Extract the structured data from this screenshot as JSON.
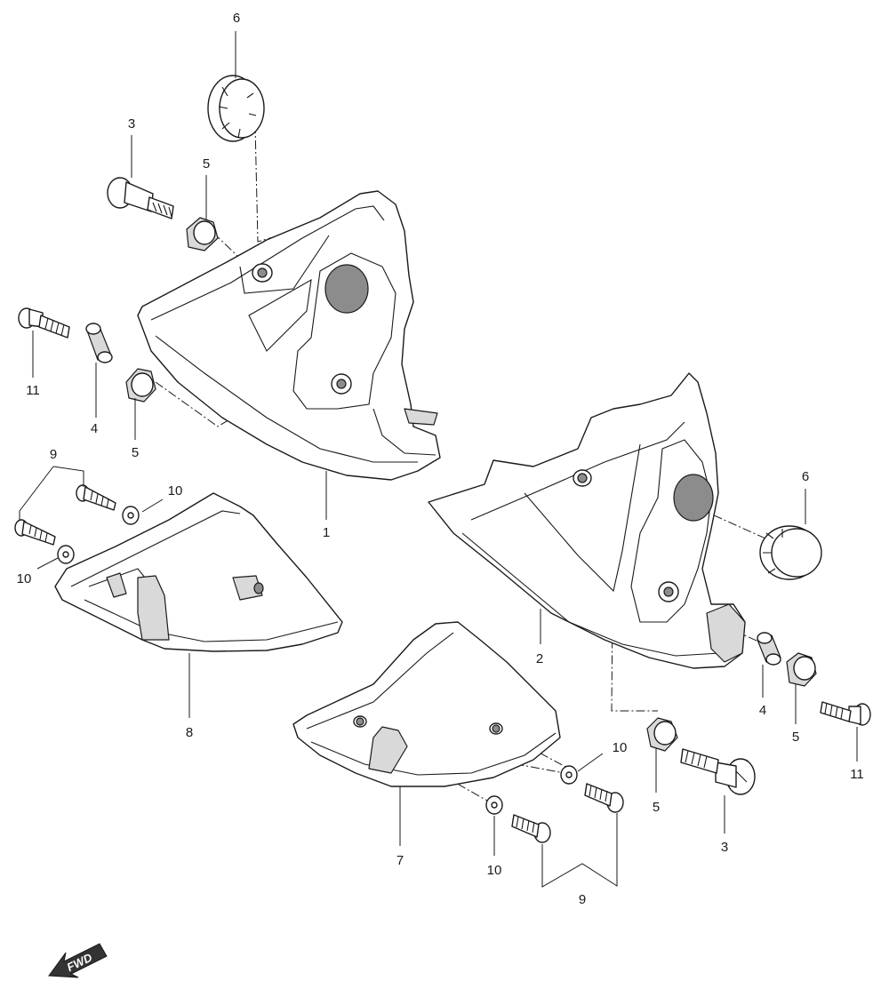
{
  "diagram": {
    "direction_label": "FWD",
    "callouts": {
      "c6_top": "6",
      "c3_left": "3",
      "c5_top": "5",
      "c11_left": "11",
      "c4_left": "4",
      "c5_left": "5",
      "c1": "1",
      "c9_left": "9",
      "c10_upper": "10",
      "c10_left": "10",
      "c8": "8",
      "c6_right": "6",
      "c2": "2",
      "c4_right": "4",
      "c5_right": "5",
      "c11_right": "11",
      "c10_lower_right": "10",
      "c10_bottom": "10",
      "c5_bottom": "5",
      "c3_bottom": "3",
      "c7": "7",
      "c9_bottom": "9"
    }
  }
}
